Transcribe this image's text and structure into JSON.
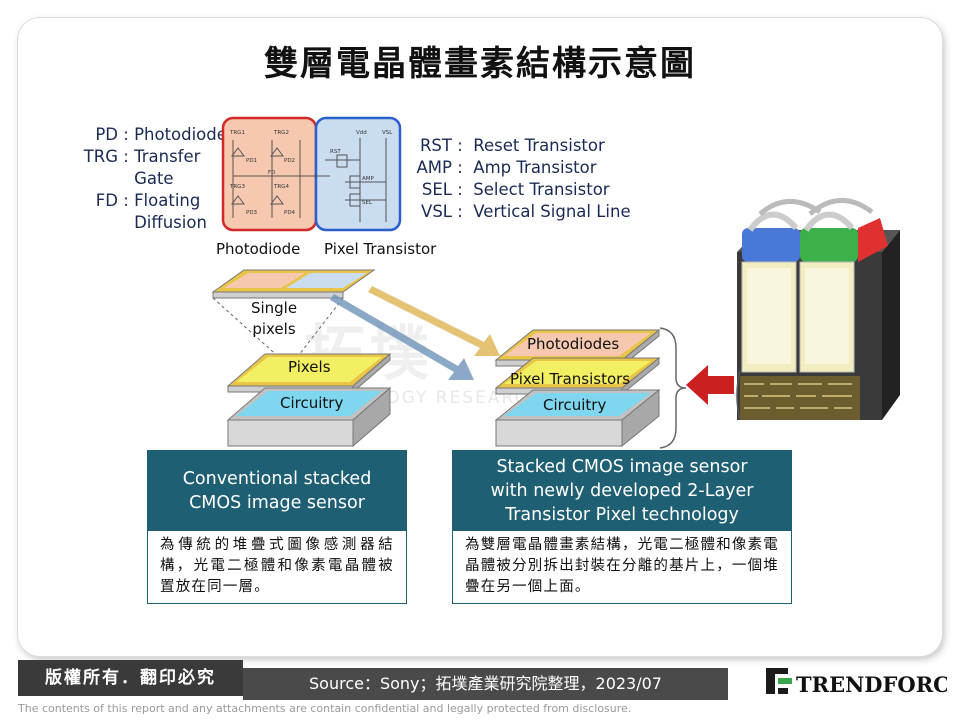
{
  "title": "雙層電晶體畫素結構示意圖",
  "legend_left": [
    {
      "key": "PD",
      "value": "Photodiode"
    },
    {
      "key": "TRG",
      "value": "Transfer Gate"
    },
    {
      "key": "FD",
      "value": "Floating Diffusion"
    }
  ],
  "legend_right": [
    {
      "key": "RST",
      "value": "Reset Transistor"
    },
    {
      "key": "AMP",
      "value": "Amp Transistor"
    },
    {
      "key": "SEL",
      "value": "Select Transistor"
    },
    {
      "key": "VSL",
      "value": "Vertical Signal Line"
    }
  ],
  "circuit_labels": {
    "trg1": "TRG1",
    "trg2": "TRG2",
    "trg3": "TRG3",
    "trg4": "TRG4",
    "pd1": "PD1",
    "pd2": "PD2",
    "pd3": "PD3",
    "pd4": "PD4",
    "fd": "FD",
    "rst": "RST",
    "amp": "AMP",
    "sel": "SEL",
    "vdd": "Vdd",
    "vsl": "VSL"
  },
  "section_labels": {
    "photodiode": "Photodiode",
    "pixel_transistor": "Pixel Transistor"
  },
  "single_pixels": "Single pixels",
  "conventional_layers": {
    "pixels": "Pixels",
    "circuitry": "Circuitry"
  },
  "new_layers": {
    "photodiodes": "Photodiodes",
    "pixel_transistors": "Pixel Transistors",
    "circuitry": "Circuitry"
  },
  "watermark": {
    "cn": "拓墣",
    "en": "TOPOLOGY RESEARCH"
  },
  "captions": [
    {
      "head": "Conventional stacked\nCMOS image sensor",
      "body": "為傳統的堆疊式圖像感測器結構，光電二極體和像素電晶體被置放在同一層。"
    },
    {
      "head": "Stacked CMOS image sensor\nwith newly developed 2-Layer\nTransistor Pixel technology",
      "body": "為雙層電晶體畫素結構，光電二極體和像素電晶體被分別拆出封裝在分離的基片上，一個堆疊在另一個上面。"
    }
  ],
  "footer": {
    "copyright": "版權所有．翻印必究",
    "source": "Source：Sony；拓墣產業研究院整理，2023/07",
    "logo": "TRENDFORCE",
    "disclaimer": "The contents of this report and any attachments are contain confidential and legally protected from disclosure."
  },
  "colors": {
    "accent": "#1f5f73",
    "photodiode_fill": "#f6c8b0",
    "transistor_fill": "#c9dcf0",
    "pixel_layer": "#f3ef62",
    "circuitry_layer": "#7fd6ef",
    "highlight_red": "#d22828",
    "highlight_blue": "#2a5fcc"
  }
}
